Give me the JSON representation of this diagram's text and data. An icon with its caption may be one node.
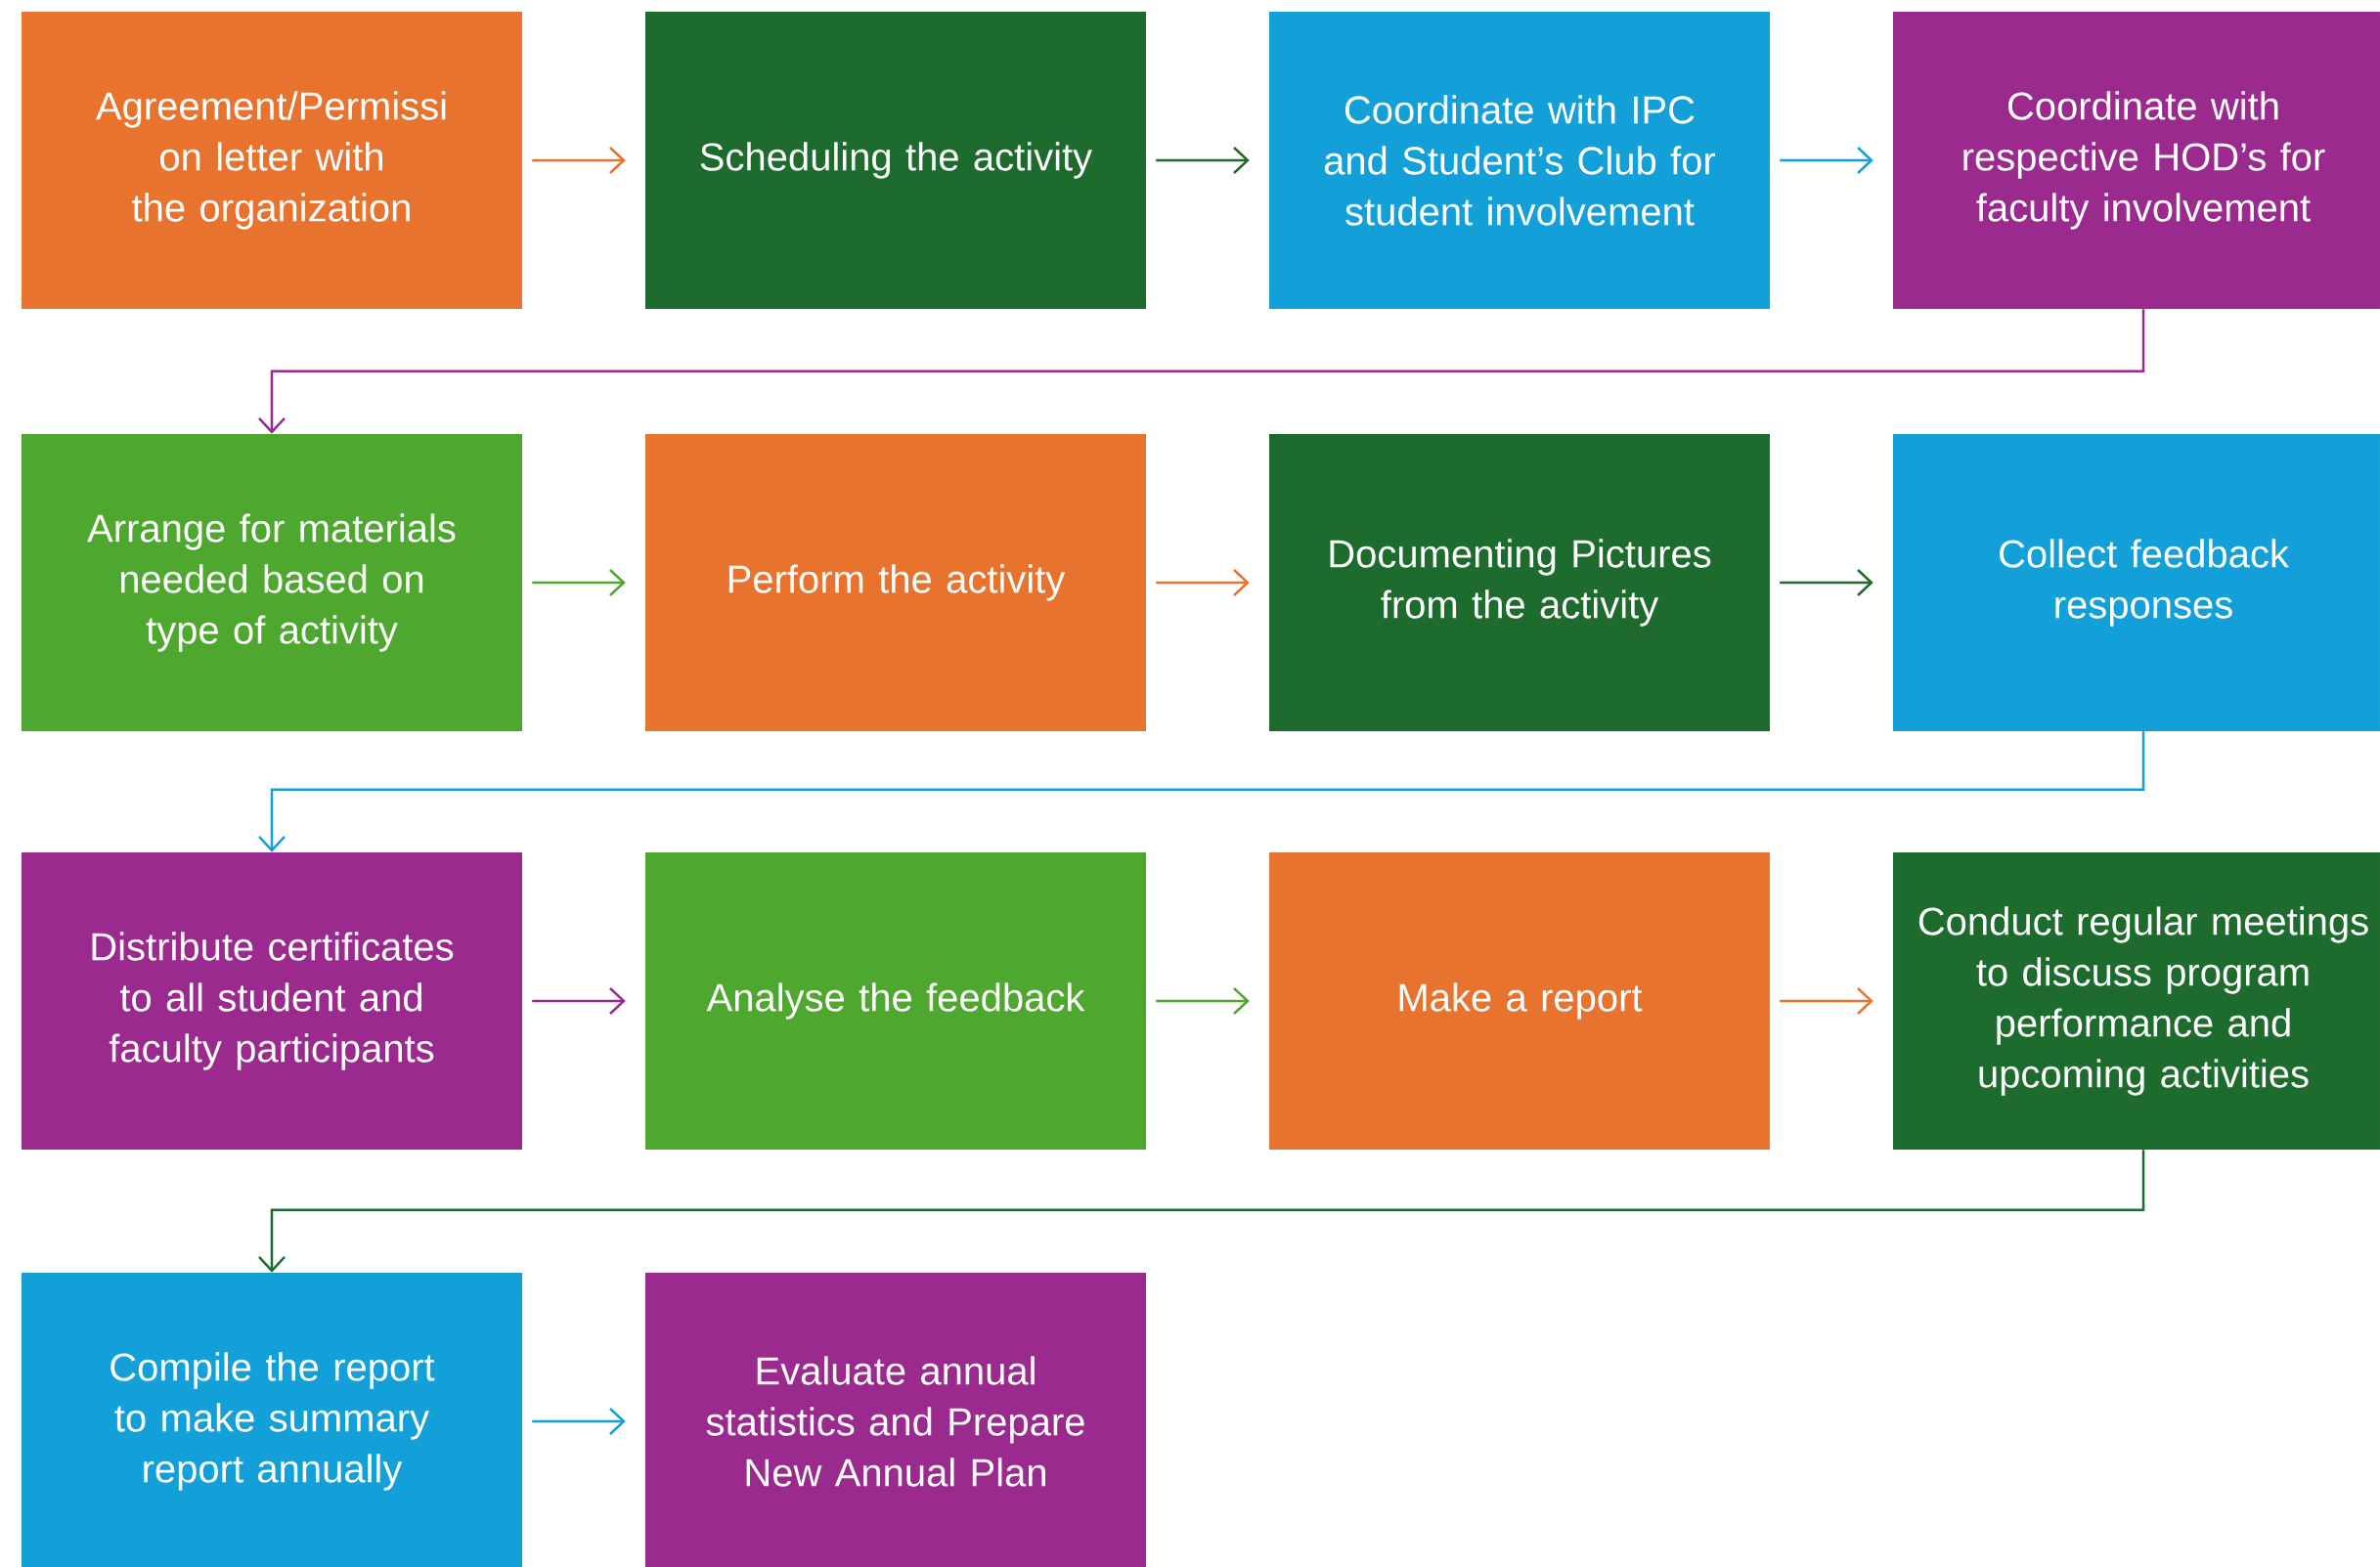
{
  "diagram": {
    "nodes": [
      {
        "text": [
          "Agreement/Permissi on letter with the organization"
        ]
      },
      {
        "text": [
          "Scheduling the activity"
        ]
      },
      {
        "text": [
          "Coordinate with IPC and Student’s Club for student involvement"
        ]
      },
      {
        "text": [
          "Coordinate with respective HOD’s for faculty involvement"
        ]
      },
      {
        "text": [
          "Arrange for materials needed based on type of activity"
        ]
      },
      {
        "text": [
          "Perform the activity"
        ]
      },
      {
        "text": [
          "Documenting Pictures from the activity"
        ]
      },
      {
        "text": [
          "Collect feedback responses"
        ]
      },
      {
        "text": [
          "Distribute certificates to all student and faculty participants"
        ]
      },
      {
        "text": [
          "Analyse the feedback"
        ]
      },
      {
        "text": [
          "Make a report"
        ]
      },
      {
        "text": [
          "Conduct regular meetings to discuss program performance and upcoming activities"
        ]
      },
      {
        "text": [
          "Compile the report to make summary report annually"
        ]
      },
      {
        "text": [
          "Evaluate annual statistics and Prepare New Annual Plan"
        ]
      }
    ],
    "edges": [
      {
        "from": 0,
        "to": 1,
        "arrow": "to",
        "color": "#e8732f"
      },
      {
        "from": 1,
        "to": 2,
        "arrow": "to",
        "color": "#1e6b2e"
      },
      {
        "from": 2,
        "to": 3,
        "arrow": "to",
        "color": "#139fd8"
      },
      {
        "from": 3,
        "to": 4,
        "arrow": "to",
        "color": "#9b2a8f"
      },
      {
        "from": 4,
        "to": 5,
        "arrow": "to",
        "color": "#4ea72e"
      },
      {
        "from": 5,
        "to": 6,
        "arrow": "to",
        "color": "#e8732f"
      },
      {
        "from": 6,
        "to": 7,
        "arrow": "to",
        "color": "#1e6b2e"
      },
      {
        "from": 7,
        "to": 8,
        "arrow": "to",
        "color": "#139fd8"
      },
      {
        "from": 8,
        "to": 9,
        "arrow": "to",
        "color": "#9b2a8f"
      },
      {
        "from": 9,
        "to": 10,
        "arrow": "to",
        "color": "#4ea72e"
      },
      {
        "from": 10,
        "to": 11,
        "arrow": "to",
        "color": "#e8732f"
      },
      {
        "from": 11,
        "to": 12,
        "arrow": "to",
        "color": "#1e6b2e"
      },
      {
        "from": 12,
        "to": 13,
        "arrow": "to",
        "color": "#139fd8"
      }
    ]
  }
}
